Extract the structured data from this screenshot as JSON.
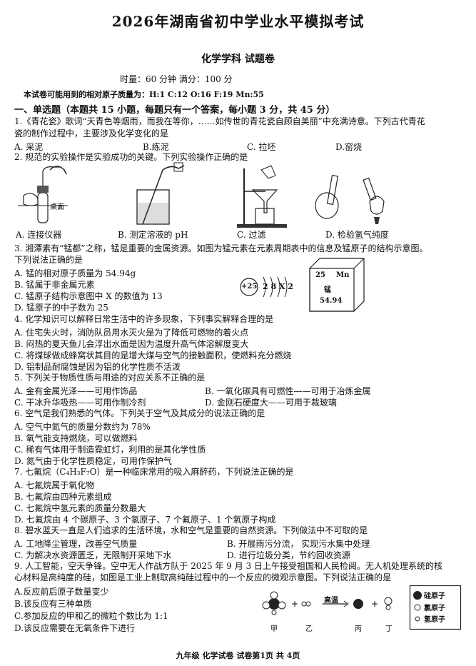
{
  "title": "2026年湖南省初中学业水平模拟考试",
  "subtitle": "化学学科    试题卷",
  "meta": "时量：60 分钟     满分：100 分",
  "atomic_masses": "本试卷可能用到的相对原子质量为：H:1    C:12    O:16    F:19    Mn:55",
  "section1": "一、单选题（本题共 15 小题，每题只有一个答案，每小题 3 分，共 45 分）",
  "q1": {
    "stem1": "1.《青花瓷》歌词“天青色等烟雨，而我在等你，……如传世的青花瓷自顾自美丽”中充满诗意。下列古代青花",
    "stem2": "瓷的制作过程中，主要涉及化学变化的是",
    "a": "A. 采泥",
    "b": "B.练泥",
    "c": "C. 拉坯",
    "d": "D.窑烧"
  },
  "q2": {
    "stem": "2.  规范的实验操作是实验成功的关键。下列实验操作正确的是",
    "desk_label": "桌面",
    "a": "A.  连接仪器",
    "b": "B.  测定溶液的 pH",
    "c": "C.  过滤",
    "d": "D.  检验氢气纯度"
  },
  "q3": {
    "stem1": "3. 湘潭素有“锰都”之称，锰是重要的金属资源。如图为锰元素在元素周期表中的信息及锰原子的结构示意图。",
    "stem2": "下列说法正确的是",
    "a": "A.  锰的相对原子质量为 54.94g",
    "b": "B.  锰属于非金属元素",
    "c": "C.  锰原子结构示意图中   X 的数值为 13",
    "d": "D.  锰原子的中子数为 25",
    "nucleus": "+25",
    "shells": "2  8  X  2",
    "element_number": "25",
    "element_symbol": "Mn",
    "element_name": "锰",
    "element_mass": "54.94"
  },
  "q4": {
    "stem": "4.  化学知识可以解释日常生活中的许多现象，下列事实解释合理的是",
    "a": "A.  住宅失火时，消防队员用水灭火是为了降低可燃物的着火点",
    "b": "B.  闷热的夏天鱼儿会浮出水面是因为温度升高气体溶解度变大",
    "c": "C.  将煤球做成蜂窝状其目的是增大煤与空气的接触面积，使燃料充分燃烧",
    "d": "D.  铝制品耐腐蚀是因为铝的化学性质不活泼"
  },
  "q5": {
    "stem": "5.  下列关于物质性质与用途的对应关系不正确的是",
    "a": "A.  金有金属光泽——可用作饰品",
    "b": "B.  一氧化碳具有可燃性——可用于冶炼金属",
    "c": "C.  干冰升华吸热——可用作制冷剂",
    "d": "D.  金刚石硬度大——可用于裁玻璃"
  },
  "q6": {
    "stem": "6.  空气是我们熟悉的气体。下列关于空气及其成分的说法正确的是",
    "a": "A.  空气中氮气的质量分数约为 78%",
    "b": "B.  氧气能支持燃烧，可以做燃料",
    "c": "C.  稀有气体用于制造霓虹灯，利用的是其化学性质",
    "d": "D.  氮气由于化学性质稳定，可用作保护气"
  },
  "q7": {
    "stem": "7.  七氟烷（C₄H₃F₇O）是一种临床常用的吸入麻醉药，下列说法正确的是",
    "a": "A.  七氟烷属于氧化物",
    "b": "B.  七氟烷由四种元素组成",
    "c": "C.  七氟烷中氢元素的质量分数最大",
    "d": "D.  七氟烷由 4 个碳原子、3 个氢原子、7 个氟原子、1 个氧原子构成"
  },
  "q8": {
    "stem": "8.  碧水蓝天一直是人们追求的生活环境，水和空气是重要的自然资源。下列做法中不可取的是",
    "a": "A.  工地降尘管理，改善空气质量",
    "b": "B.  开展雨污分流，  实现污水集中处理",
    "c": "C.  为解决水资源匮乏，无限制开采地下水",
    "d": "D.  进行垃圾分类，节约回收资源"
  },
  "q9": {
    "stem1": "9.  人工智能，空天争锋。空中无人作战方队于 2025 年 9 月 3 日上午接受祖国和人民检阅。无人机处理系统的核",
    "stem2": "心材料是高纯度的硅，如图是工业上制取高纯硅过程中的一个反应的微观示意图。下列说法正确的是",
    "a": "A.反应前后原子数量变少",
    "b": "B.该反应有三种单质",
    "c": "C.参加反应的甲和乙的微粒个数比为 1:1",
    "d": "D.该反应需要在无氧条件下进行",
    "condition": "高温",
    "jia": "甲",
    "yi": "乙",
    "bing": "丙",
    "ding": "丁",
    "legend_si": "硅原子",
    "legend_cl": "氯原子",
    "legend_h": "氢原子"
  },
  "footer": "九年级   化学试卷   试卷第1页  共 4页"
}
